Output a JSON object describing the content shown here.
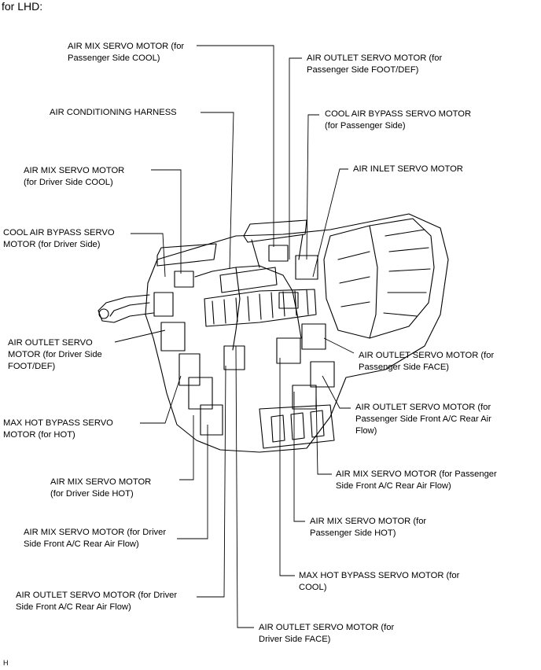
{
  "header": {
    "title": "for LHD:"
  },
  "footer": {
    "code": "H"
  },
  "labels": [
    {
      "line1": "AIR MIX SERVO MOTOR (for",
      "line2": "Passenger Side COOL)"
    },
    {
      "line1": "AIR OUTLET SERVO MOTOR (for",
      "line2": "Passenger Side FOOT/DEF)"
    },
    {
      "line1": "AIR CONDITIONING HARNESS",
      "line2": ""
    },
    {
      "line1": "COOL AIR BYPASS SERVO MOTOR",
      "line2": "(for Passenger Side)"
    },
    {
      "line1": "AIR MIX SERVO MOTOR",
      "line2": "(for Driver Side COOL)"
    },
    {
      "line1": "AIR INLET SERVO MOTOR",
      "line2": ""
    },
    {
      "line1": "COOL AIR BYPASS SERVO",
      "line2": "MOTOR (for Driver Side)"
    },
    {
      "line1": "AIR OUTLET SERVO",
      "line2": "MOTOR (for Driver Side",
      "line3": "FOOT/DEF)"
    },
    {
      "line1": "AIR OUTLET SERVO MOTOR (for",
      "line2": "Passenger Side FACE)"
    },
    {
      "line1": "AIR OUTLET SERVO MOTOR (for",
      "line2": "Passenger Side Front A/C Rear Air",
      "line3": "Flow)"
    },
    {
      "line1": "MAX HOT BYPASS SERVO",
      "line2": "MOTOR (for HOT)"
    },
    {
      "line1": "AIR MIX SERVO MOTOR (for Passenger",
      "line2": "Side Front A/C Rear Air Flow)"
    },
    {
      "line1": "AIR MIX SERVO MOTOR",
      "line2": "(for Driver Side HOT)"
    },
    {
      "line1": "AIR MIX SERVO MOTOR (for",
      "line2": "Passenger Side HOT)"
    },
    {
      "line1": "AIR MIX SERVO MOTOR (for Driver",
      "line2": "Side Front A/C Rear Air Flow)"
    },
    {
      "line1": "MAX HOT BYPASS SERVO MOTOR (for",
      "line2": "COOL)"
    },
    {
      "line1": "AIR OUTLET SERVO MOTOR (for Driver",
      "line2": "Side Front A/C Rear Air Flow)"
    },
    {
      "line1": "AIR OUTLET SERVO MOTOR (for",
      "line2": "Driver Side FACE)"
    }
  ]
}
